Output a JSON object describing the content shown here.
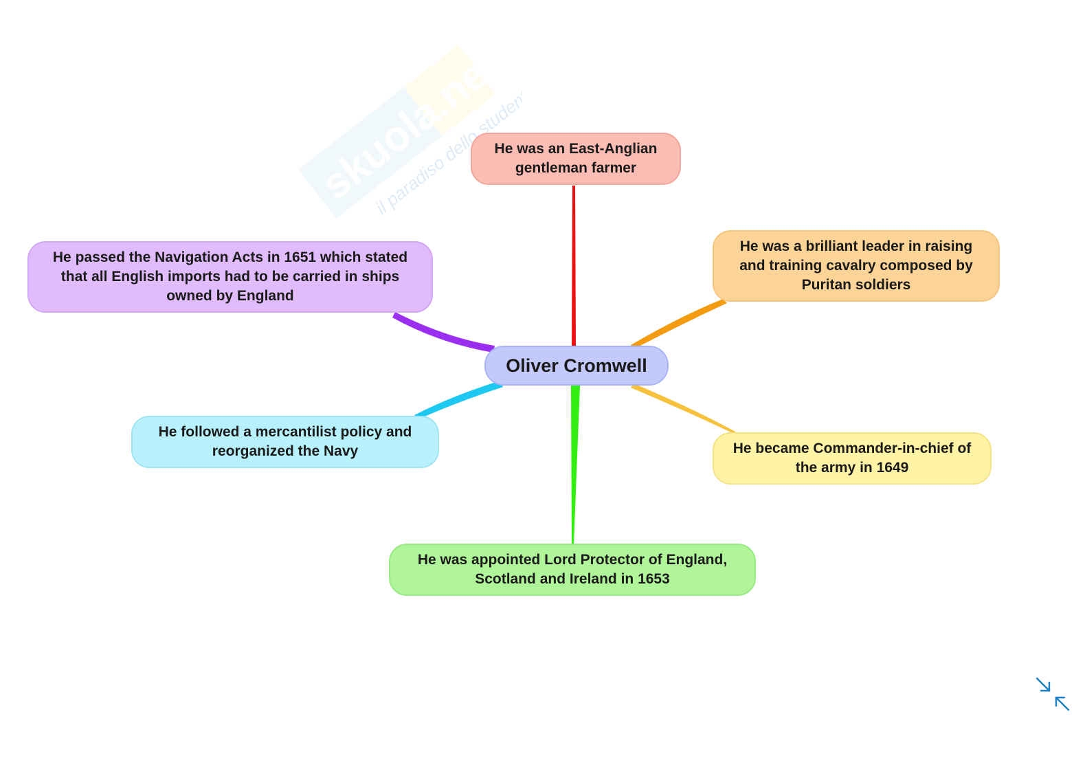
{
  "watermark": {
    "brand": "skuola.net",
    "tagline": "il paradiso dello studente"
  },
  "mindmap": {
    "center": "Oliver Cromwell",
    "branches": [
      {
        "id": "top",
        "text": "He was an East-Anglian gentleman farmer",
        "color": "#ee1111"
      },
      {
        "id": "tr",
        "text": "He was a brilliant leader in raising and training cavalry composed by Puritan soldiers",
        "color": "#f39c12"
      },
      {
        "id": "br",
        "text": "He became Commander-in-chief of the army in 1649",
        "color": "#f6c23e"
      },
      {
        "id": "bottom",
        "text": "He was appointed Lord Protector of England, Scotland and Ireland in 1653",
        "color": "#33ee11"
      },
      {
        "id": "bl",
        "text": "He followed a mercantilist policy and reorganized the Navy",
        "color": "#1ec8f0"
      },
      {
        "id": "tl",
        "text": "He passed the Navigation Acts in 1651 which stated that all English imports had to be carried in ships owned by England",
        "color": "#9b2ff0"
      }
    ]
  },
  "icons": {
    "corner": "collapse-arrows-icon",
    "corner_color": "#1a7fc4"
  }
}
